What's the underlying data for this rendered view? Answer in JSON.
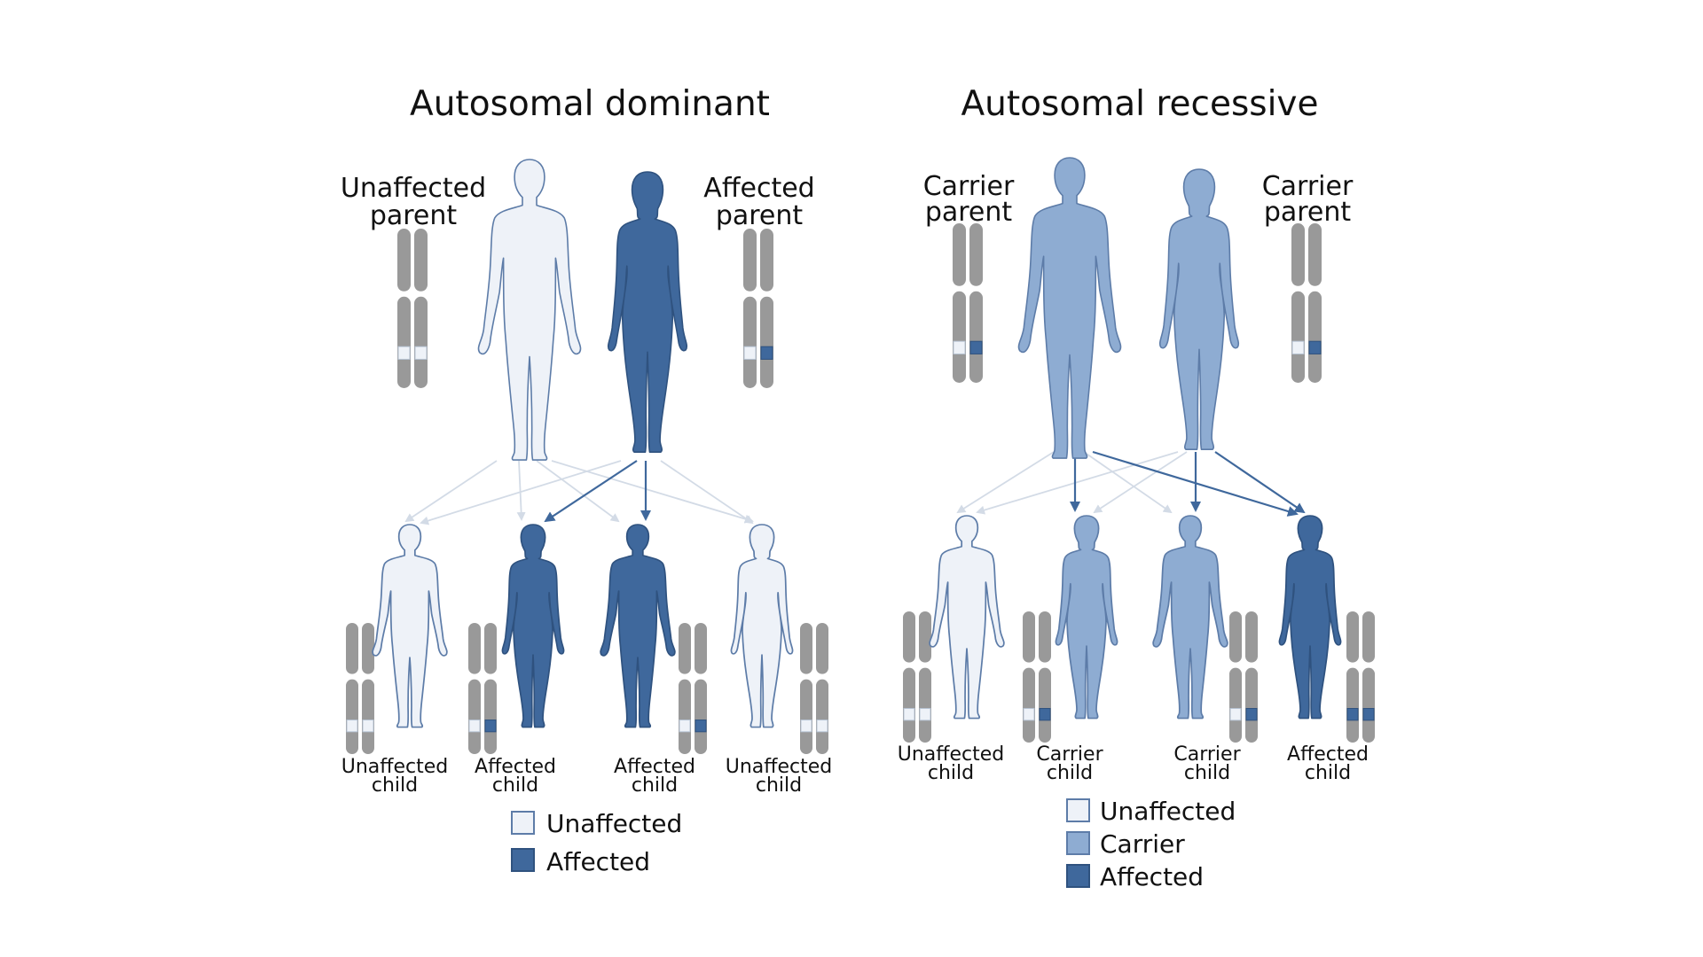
{
  "colors": {
    "unaffected": "#eef2f8",
    "carrier": "#8eacd2",
    "affected": "#3f689c",
    "outline_light": "#5d7ca8",
    "outline_dark": "#2f527f",
    "chromosome": "#999999",
    "arrow_light": "#d3dbe6",
    "arrow_dark": "#3f689c"
  },
  "dominant": {
    "title": "Autosomal dominant",
    "parents": [
      {
        "label_line1": "Unaffected",
        "label_line2": "parent",
        "status": "unaffected",
        "figure": "male",
        "alleles": [
          "unaffected",
          "unaffected"
        ]
      },
      {
        "label_line1": "Affected",
        "label_line2": "parent",
        "status": "affected",
        "figure": "female",
        "alleles": [
          "unaffected",
          "affected"
        ]
      }
    ],
    "children": [
      {
        "label_line1": "Unaffected",
        "label_line2": "child",
        "status": "unaffected",
        "figure": "boy",
        "alleles": [
          "unaffected",
          "unaffected"
        ]
      },
      {
        "label_line1": "Affected",
        "label_line2": "child",
        "status": "affected",
        "figure": "girl",
        "alleles": [
          "unaffected",
          "affected"
        ]
      },
      {
        "label_line1": "Affected",
        "label_line2": "child",
        "status": "affected",
        "figure": "boy",
        "alleles": [
          "unaffected",
          "affected"
        ]
      },
      {
        "label_line1": "Unaffected",
        "label_line2": "child",
        "status": "unaffected",
        "figure": "girl",
        "alleles": [
          "unaffected",
          "unaffected"
        ]
      }
    ],
    "legend": [
      {
        "label": "Unaffected",
        "status": "unaffected"
      },
      {
        "label": "Affected",
        "status": "affected"
      }
    ]
  },
  "recessive": {
    "title": "Autosomal recessive",
    "parents": [
      {
        "label_line1": "Carrier",
        "label_line2": "parent",
        "status": "carrier",
        "figure": "male",
        "alleles": [
          "unaffected",
          "affected"
        ]
      },
      {
        "label_line1": "Carrier",
        "label_line2": "parent",
        "status": "carrier",
        "figure": "female",
        "alleles": [
          "unaffected",
          "affected"
        ]
      }
    ],
    "children": [
      {
        "label_line1": "Unaffected",
        "label_line2": "child",
        "status": "unaffected",
        "figure": "boy",
        "alleles": [
          "unaffected",
          "unaffected"
        ]
      },
      {
        "label_line1": "Carrier",
        "label_line2": "child",
        "status": "carrier",
        "figure": "girl",
        "alleles": [
          "unaffected",
          "affected"
        ]
      },
      {
        "label_line1": "Carrier",
        "label_line2": "child",
        "status": "carrier",
        "figure": "boy",
        "alleles": [
          "unaffected",
          "affected"
        ]
      },
      {
        "label_line1": "Affected",
        "label_line2": "child",
        "status": "affected",
        "figure": "girl",
        "alleles": [
          "affected",
          "affected"
        ]
      }
    ],
    "legend": [
      {
        "label": "Unaffected",
        "status": "unaffected"
      },
      {
        "label": "Carrier",
        "status": "carrier"
      },
      {
        "label": "Affected",
        "status": "affected"
      }
    ]
  }
}
